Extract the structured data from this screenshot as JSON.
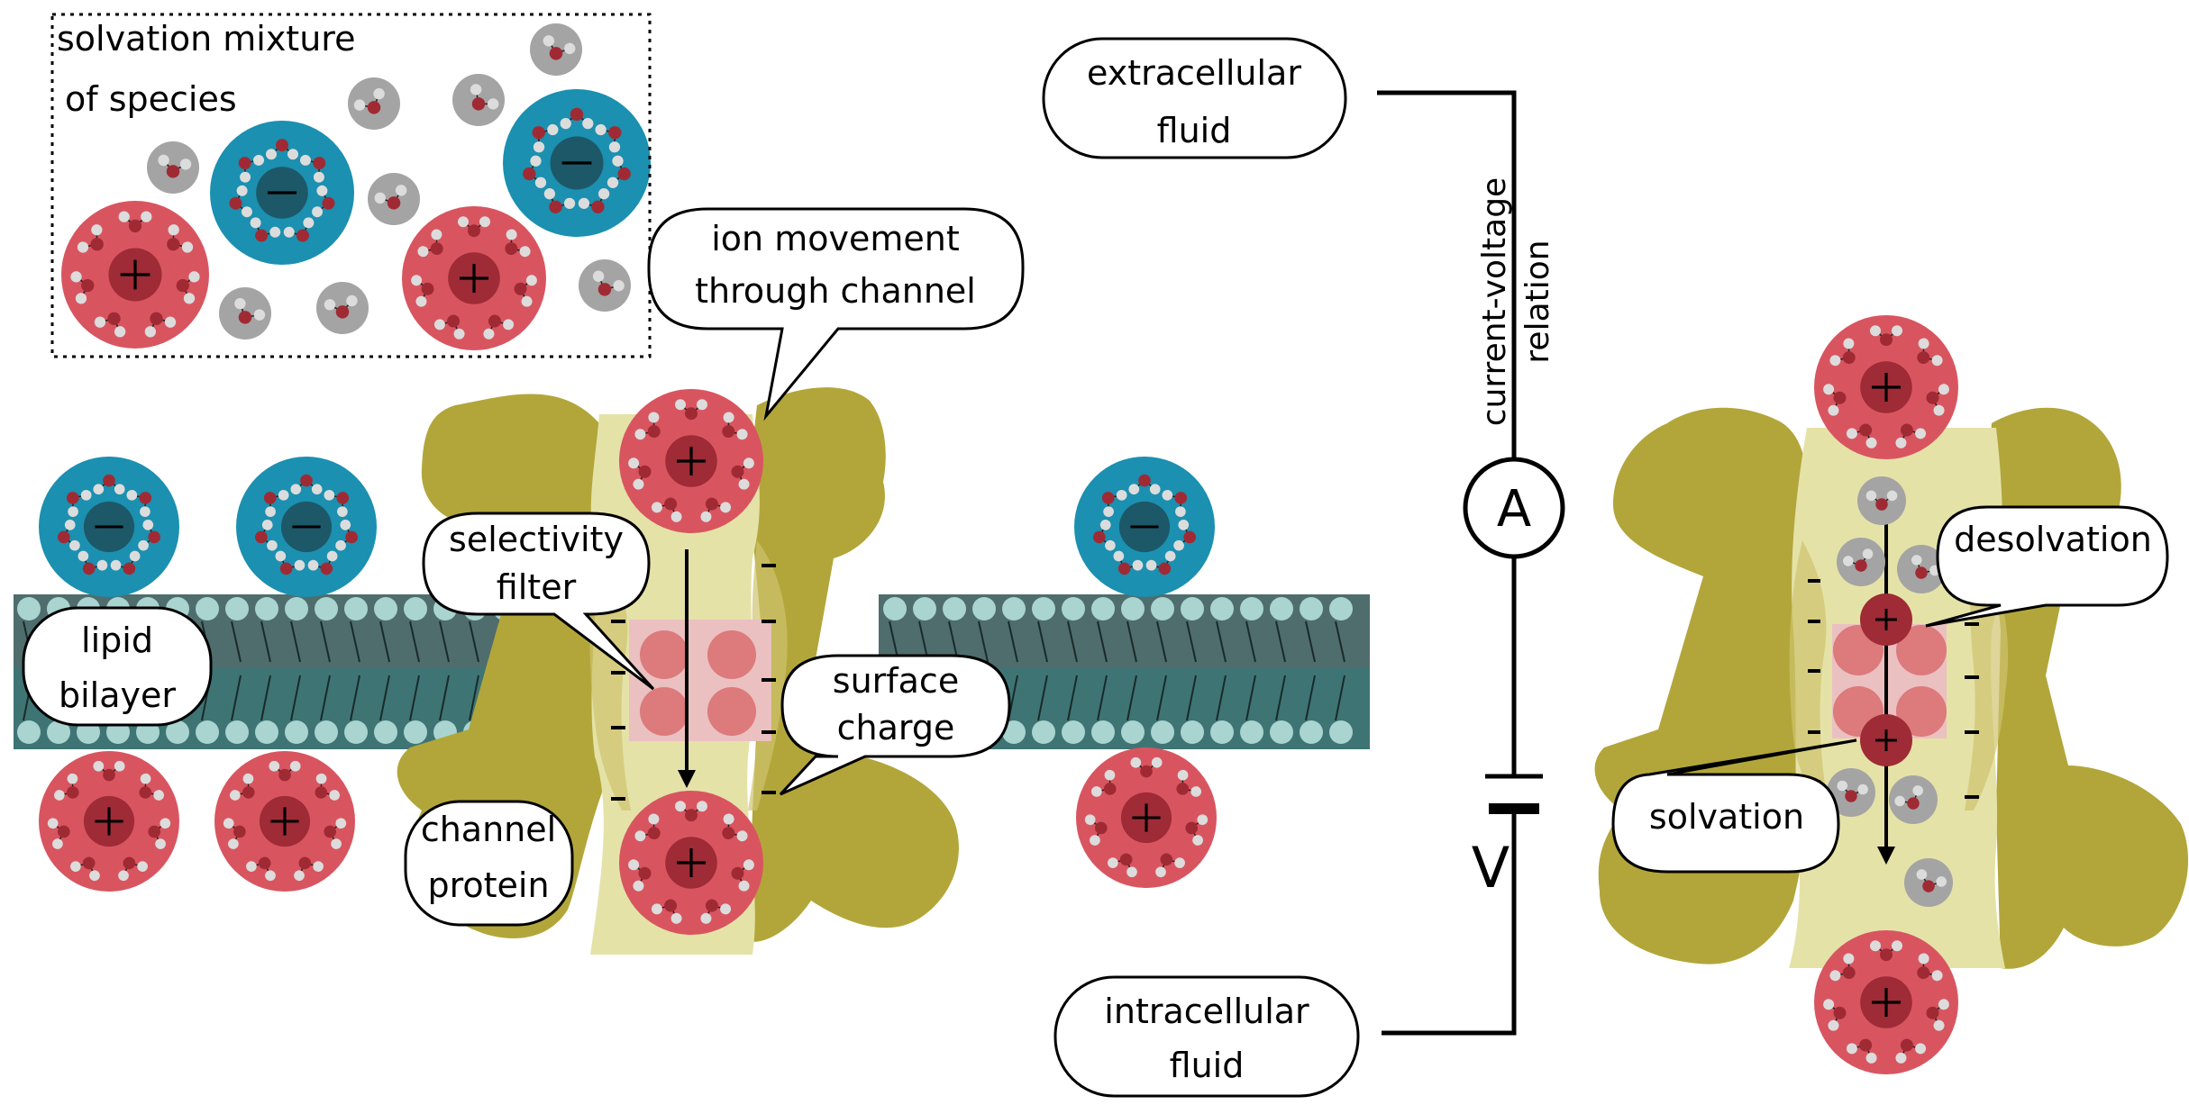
{
  "labels": {
    "solvation_mixture_line1": "solvation mixture",
    "solvation_mixture_line2": "of species",
    "ion_movement_line1": "ion movement",
    "ion_movement_line2": "through channel",
    "selectivity_filter_line1": "selectivity",
    "selectivity_filter_line2": "filter",
    "lipid_bilayer_line1": "lipid",
    "lipid_bilayer_line2": "bilayer",
    "surface_charge_line1": "surface",
    "surface_charge_line2": "charge",
    "channel_protein_line1": "channel",
    "channel_protein_line2": "protein",
    "extracellular_line1": "extracellular",
    "extracellular_line2": "fluid",
    "intracellular_line1": "intracellular",
    "intracellular_line2": "fluid",
    "current_voltage_line1": "current-voltage",
    "current_voltage_line2": "relation",
    "ammeter_symbol": "A",
    "voltage_symbol": "V",
    "desolvation": "desolvation",
    "solvation": "solvation"
  },
  "colors": {
    "cation": "#d85560",
    "cation_core": "#9e2b35",
    "anion": "#1b90b0",
    "anion_core": "#1d5868",
    "water": "#a4a4a4",
    "water_oxygen": "#a02a34",
    "hydrogen": "#dcdcdc",
    "protein": "#b2a63a",
    "protein_inner": "#cec36e",
    "pore": "#e5e2a8",
    "filter": "#ebc0c0",
    "filter_site": "#dc7a7c",
    "membrane_top": "#4f6d6d",
    "membrane_bottom": "#3f7474",
    "lipid_head": "#a9d4d0"
  }
}
